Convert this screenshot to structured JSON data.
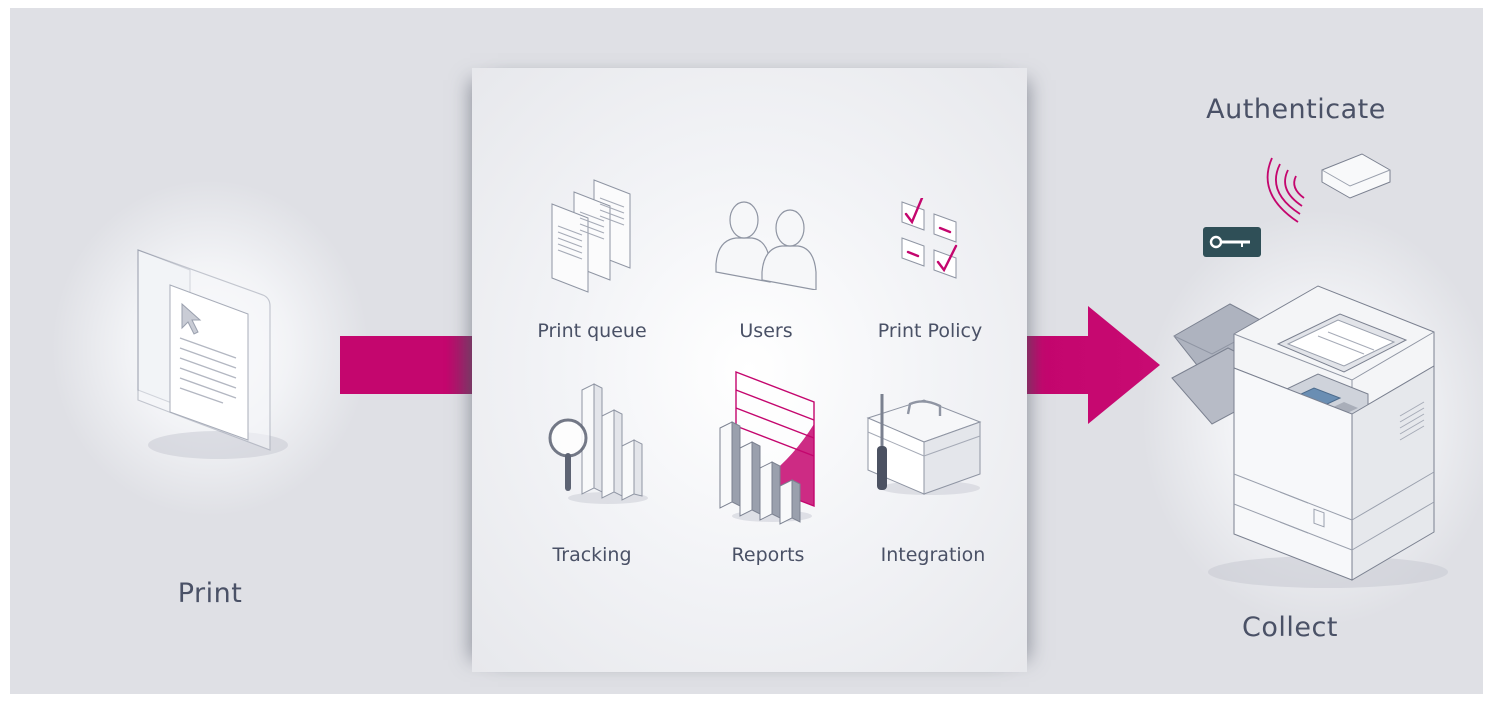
{
  "stages": {
    "print": "Print",
    "authenticate": "Authenticate",
    "collect": "Collect"
  },
  "features": {
    "print_queue": "Print queue",
    "users": "Users",
    "print_policy": "Print Policy",
    "tracking": "Tracking",
    "reports": "Reports",
    "integration": "Integration"
  },
  "colors": {
    "accent": "#c4066e",
    "text": "#4a5166",
    "background": "#dfe0e5"
  },
  "icons": [
    "document-window-icon",
    "document-stack-icon",
    "users-icon",
    "policy-checklist-icon",
    "tracking-chart-icon",
    "reports-chart-icon",
    "toolbox-icon",
    "card-reader-icon",
    "key-card-icon",
    "printer-icon",
    "arrow-right-icon"
  ]
}
